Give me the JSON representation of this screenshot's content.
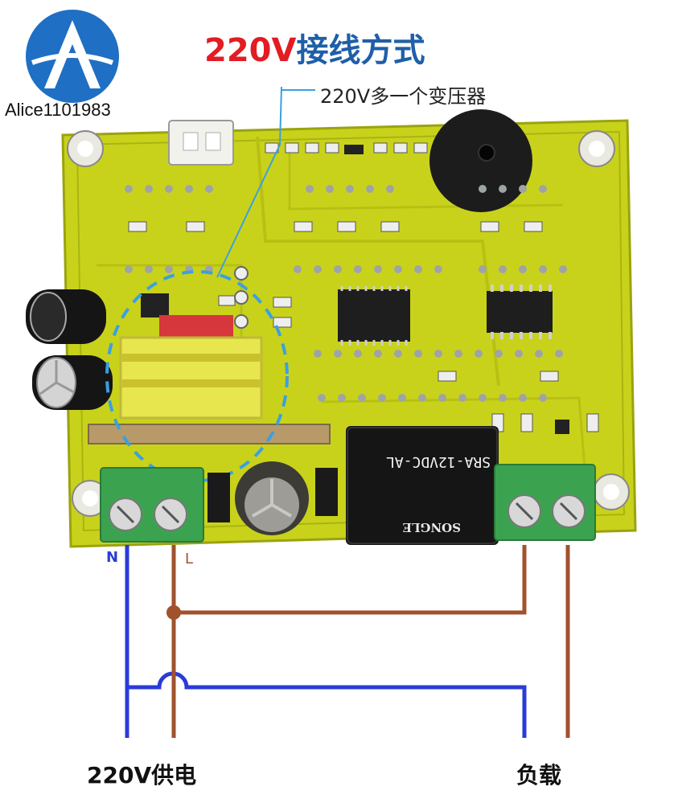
{
  "watermark": {
    "text": "Alice1101983"
  },
  "title": {
    "voltage": "220V",
    "rest": "接线方式"
  },
  "callout": {
    "text": "220V多一个变压器"
  },
  "relay": {
    "model": "SRA-12VDC-AL",
    "brand": "SONGLE"
  },
  "wires": {
    "neutral_label": "N",
    "live_label": "L"
  },
  "bottom_labels": {
    "supply": "220V供电",
    "load": "负载"
  },
  "colors": {
    "pcb": "#c9d21b",
    "pcb_dark": "#a9b411",
    "neutral_wire": "#2a3bd8",
    "live_wire": "#a0522d",
    "terminal": "#3ba34f",
    "title_red": "#e31c23",
    "title_blue": "#1f5fa8",
    "callout_circle": "#3aa0e0"
  }
}
